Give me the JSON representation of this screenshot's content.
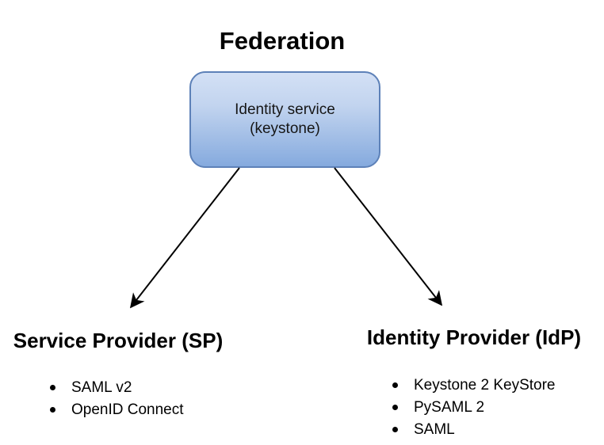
{
  "diagram": {
    "title": "Federation",
    "identity_service_node": {
      "line1": "Identity service",
      "line2": "(keystone)",
      "fill_top_color": "#d3e0f5",
      "fill_bottom_color": "#85aade",
      "border_color": "#5d81b8"
    },
    "arrows": {
      "color": "#000000"
    },
    "service_provider": {
      "heading": "Service Provider (SP)",
      "items": [
        "SAML v2",
        "OpenID Connect"
      ]
    },
    "identity_provider": {
      "heading": "Identity Provider (IdP)",
      "items": [
        "Keystone 2 KeyStore",
        "PySAML 2",
        "SAML"
      ]
    }
  }
}
